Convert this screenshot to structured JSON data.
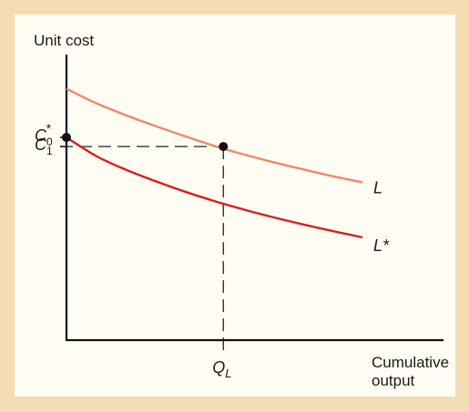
{
  "chart_data": {
    "type": "line",
    "ylabel": "Unit cost",
    "xlabel": [
      "Cumulative",
      "output"
    ],
    "y_ticks": [
      {
        "base": "C",
        "sub": "0",
        "sup": "*"
      },
      {
        "base": "C",
        "sub": "1",
        "sup": ""
      }
    ],
    "x_ticks": [
      {
        "base": "Q",
        "sub": "L"
      }
    ],
    "series": [
      {
        "name": "L",
        "color": "#f08868",
        "points": [
          [
            0,
            0.88
          ],
          [
            0.1,
            0.83
          ],
          [
            0.2,
            0.788
          ],
          [
            0.3,
            0.75
          ],
          [
            0.4,
            0.714
          ],
          [
            0.5,
            0.68
          ],
          [
            0.6,
            0.65
          ],
          [
            0.7,
            0.623
          ],
          [
            0.8,
            0.598
          ],
          [
            0.9,
            0.574
          ],
          [
            1.0,
            0.553
          ]
        ]
      },
      {
        "name": "L*",
        "color": "#d81e1e",
        "points": [
          [
            0,
            0.71
          ],
          [
            0.1,
            0.645
          ],
          [
            0.2,
            0.597
          ],
          [
            0.3,
            0.557
          ],
          [
            0.4,
            0.52
          ],
          [
            0.5,
            0.487
          ],
          [
            0.6,
            0.457
          ],
          [
            0.7,
            0.43
          ],
          [
            0.8,
            0.405
          ],
          [
            0.9,
            0.382
          ],
          [
            1.0,
            0.36
          ]
        ]
      }
    ],
    "points": [
      {
        "x": 0.0,
        "y": 0.71,
        "label": "C0*"
      },
      {
        "x": 0.53,
        "y": 0.678,
        "label": "C1 at QL"
      }
    ],
    "guides": {
      "x": 0.53,
      "y": 0.678
    },
    "colors": {
      "background": "#f4ddb4",
      "panel": "#fffdf3",
      "axis": "#111111"
    }
  }
}
